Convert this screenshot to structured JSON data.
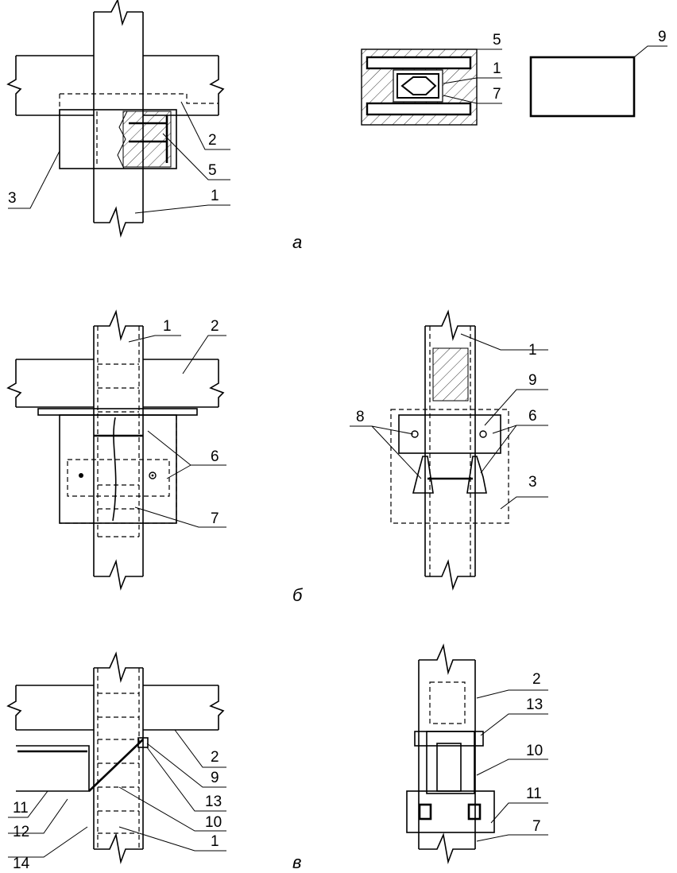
{
  "captions": {
    "a": "а",
    "b": "б",
    "v": "в"
  },
  "labels": {
    "a_left": [
      "2",
      "5",
      "3",
      "1"
    ],
    "a_right": [
      "5",
      "1",
      "7",
      "9"
    ],
    "b_left": [
      "1",
      "2",
      "6",
      "7"
    ],
    "b_right": [
      "1",
      "9",
      "8",
      "6",
      "3"
    ],
    "v_left": [
      "2",
      "9",
      "13",
      "10",
      "1",
      "11",
      "12",
      "14"
    ],
    "v_right": [
      "2",
      "13",
      "10",
      "11",
      "7"
    ]
  }
}
